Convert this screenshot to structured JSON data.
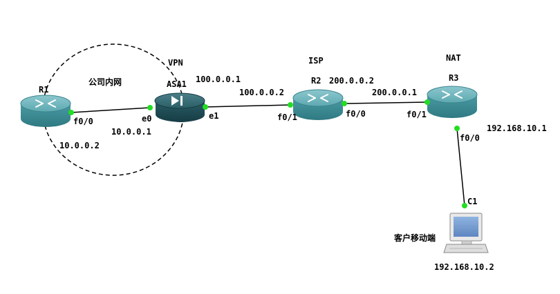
{
  "topology": {
    "region_label": "公司内网",
    "devices": {
      "r1": {
        "name": "R1"
      },
      "asa": {
        "name": "ASA1",
        "role": "VPN"
      },
      "r2": {
        "name": "R2",
        "role": "ISP"
      },
      "r3": {
        "name": "R3",
        "role": "NAT"
      },
      "c1": {
        "name": "C1",
        "role": "客户移动端"
      }
    },
    "interfaces": {
      "r1_f00": "f0/0",
      "asa_e0": "e0",
      "asa_e1": "e1",
      "r2_f01": "f0/1",
      "r2_f00": "f0/0",
      "r3_f01": "f0/1",
      "r3_f00": "f0/0"
    },
    "addresses": {
      "r1_f00": "10.0.0.2",
      "asa_e0": "10.0.0.1",
      "asa_e1": "100.0.0.1",
      "r2_f01": "100.0.0.2",
      "r2_f00": "200.0.0.2",
      "r3_f01": "200.0.0.1",
      "r3_f00": "192.168.10.1",
      "c1": "192.168.10.2"
    },
    "colors": {
      "router_fill": "#3f8f98",
      "router_top": "#6fb5bd",
      "asa_fill": "#1f4c55",
      "link": "#000000",
      "port_up": "#22dd22"
    }
  }
}
